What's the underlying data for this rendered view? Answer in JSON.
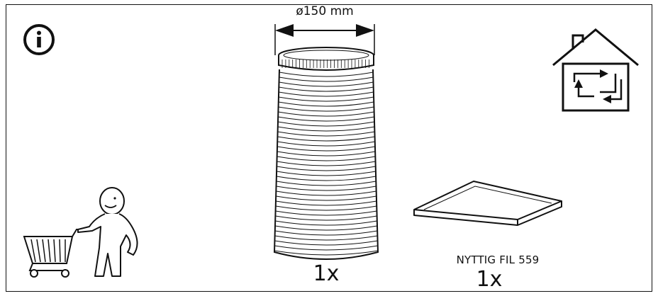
{
  "duct": {
    "diameter_label": "ø150 mm",
    "quantity": "1x"
  },
  "filter": {
    "name": "NYTTIG FIL 559",
    "quantity": "1x"
  },
  "icons": {
    "info": "info-icon",
    "house": "house-air-circulation-icon",
    "shopper": "person-with-shopping-cart-icon",
    "duct": "flexible-duct-illustration",
    "filter": "filter-pad-illustration"
  },
  "colors": {
    "line": "#111111",
    "background": "#ffffff"
  }
}
